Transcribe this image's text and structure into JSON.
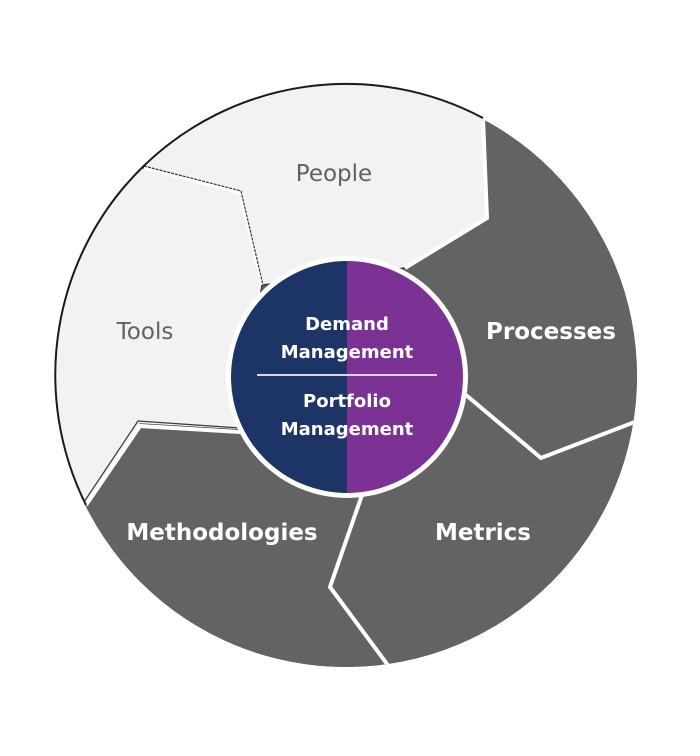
{
  "colors": {
    "light_segment": "#f2f2f2",
    "dark_segment": "#636363",
    "outline": "#1a1a1a",
    "divider": "#ffffff",
    "center_left": "#1d3466",
    "center_right": "#7b3294",
    "light_text": "#5f6265",
    "dark_text": "#ffffff"
  },
  "segments": [
    {
      "id": "people",
      "label": "People",
      "tone": "light"
    },
    {
      "id": "tools",
      "label": "Tools",
      "tone": "light"
    },
    {
      "id": "processes",
      "label": "Processes",
      "tone": "dark"
    },
    {
      "id": "metrics",
      "label": "Metrics",
      "tone": "dark"
    },
    {
      "id": "methodologies",
      "label": "Methodologies",
      "tone": "dark"
    }
  ],
  "center": {
    "top_line1": "Demand",
    "top_line2": "Management",
    "bottom_line1": "Portfolio",
    "bottom_line2": "Management"
  }
}
